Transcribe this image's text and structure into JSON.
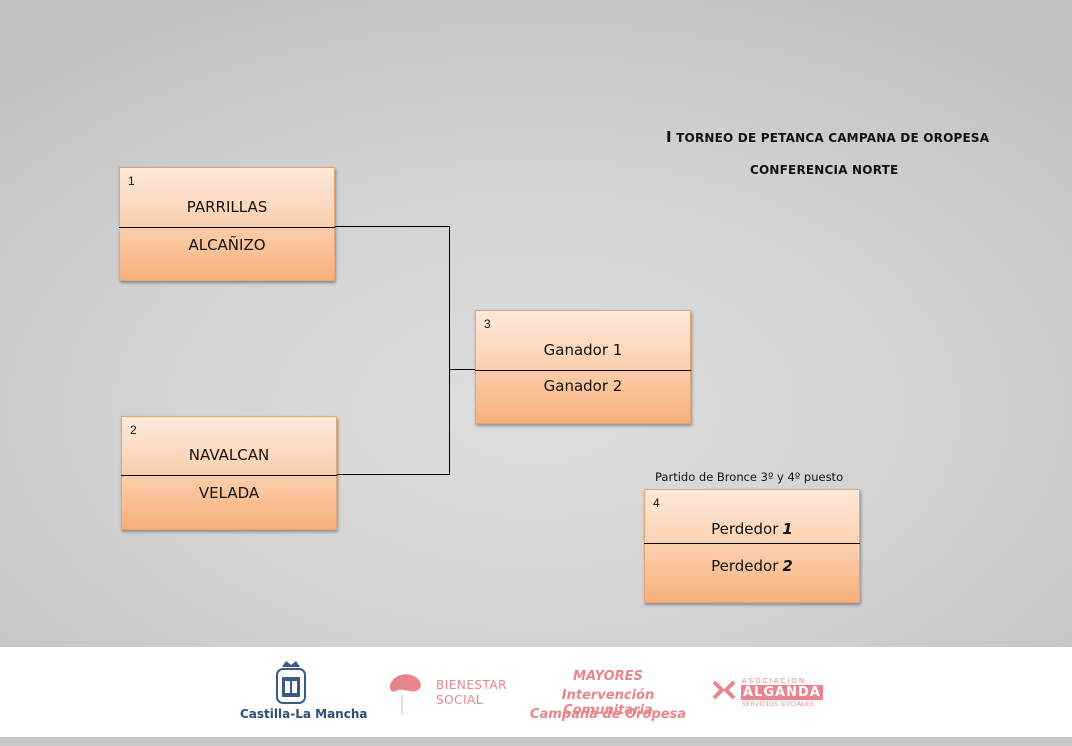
{
  "header": {
    "title_initial": "I",
    "title_rest": " TORNEO  DE PETANCA  CAMPANA DE OROPESA",
    "subtitle": "CONFERENCIA  NORTE"
  },
  "matches": [
    {
      "number": "1",
      "team1": "PARRILLAS",
      "team2": "ALCAÑIZO"
    },
    {
      "number": "2",
      "team1": "NAVALCAN",
      "team2": "VELADA"
    },
    {
      "number": "3",
      "team1": "Ganador 1",
      "team2": "Ganador 2"
    },
    {
      "number": "4",
      "team1_text": "Perdedor",
      "team1_num": "1",
      "team2_text": "Perdedor",
      "team2_num": "2"
    }
  ],
  "bronze_caption": "Partido de Bronce 3º y 4º puesto",
  "footer": {
    "castilla_label": "Castilla-La Mancha",
    "bienestar_line1": "BIENESTAR",
    "bienestar_line2": "SOCIAL",
    "mayores_line1": "MAYORES",
    "mayores_line2": "Intervención Comunitaria",
    "mayores_line3": "Campana de Oropesa",
    "alganda_top": "ASOCIACION",
    "alganda_name": "ALGANDA",
    "alganda_sub": "SERVICIOS SOCIALES"
  },
  "colors": {
    "box_top": "#fde9da",
    "box_bottom": "#f7b07a",
    "accent_pink": "#e8858c"
  }
}
